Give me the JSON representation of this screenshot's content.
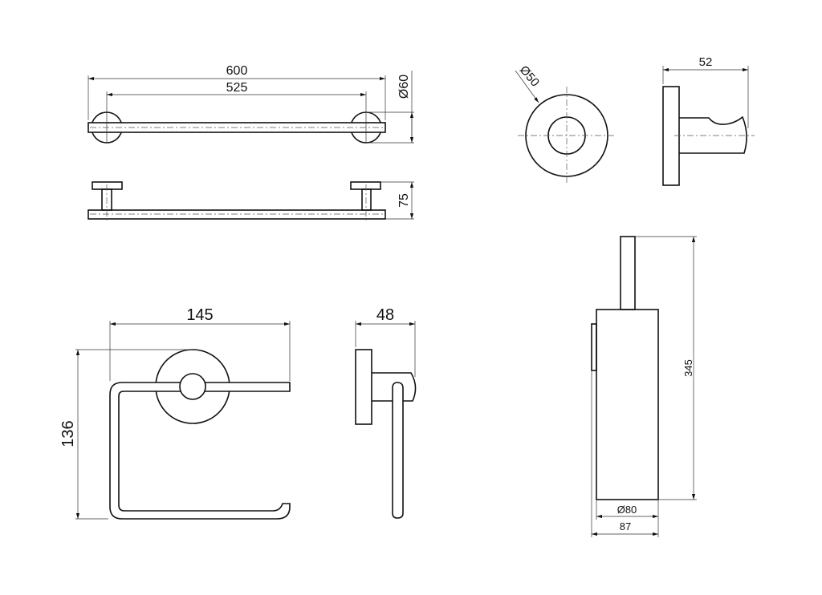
{
  "towel_bar": {
    "overall_length": "600",
    "bracket_spacing": "525",
    "rosette_diameter": "Ø60",
    "projection": "75"
  },
  "robe_hook": {
    "rosette_diameter": "Ø50",
    "projection": "52"
  },
  "paper_holder": {
    "width": "145",
    "height": "136",
    "projection": "48"
  },
  "toilet_brush": {
    "height": "345",
    "body_diameter": "Ø80",
    "overall_depth": "87"
  }
}
